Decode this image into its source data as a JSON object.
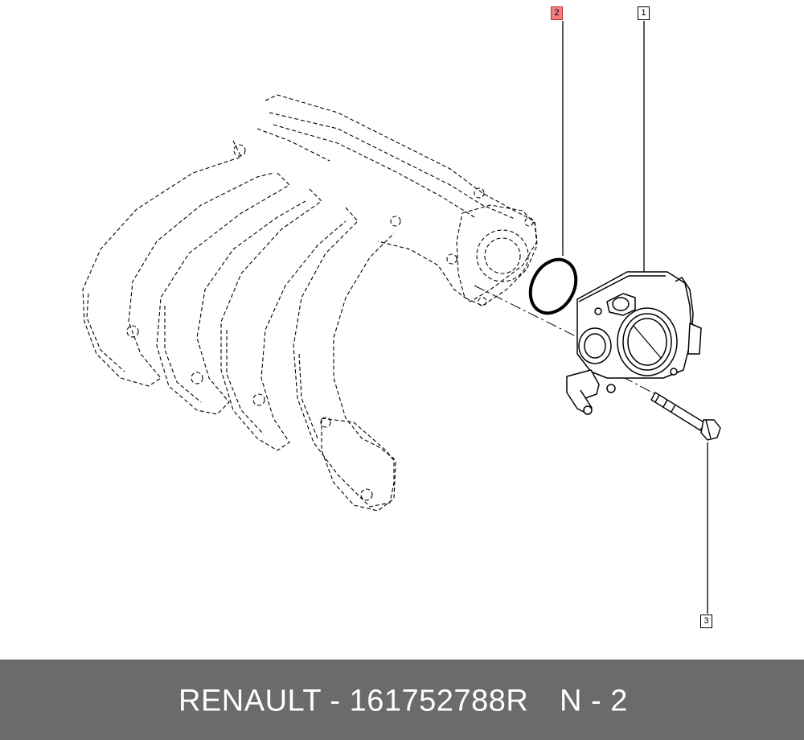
{
  "callouts": [
    {
      "label": "2",
      "highlighted": true
    },
    {
      "label": "1",
      "highlighted": false
    },
    {
      "label": "3",
      "highlighted": false
    }
  ],
  "footer": {
    "brand_part": "RENAULT - 161752788R",
    "position": "N - 2"
  },
  "colors": {
    "footer_bg": "#6b6b6b",
    "highlight": "#f08080",
    "line": "#000000"
  }
}
